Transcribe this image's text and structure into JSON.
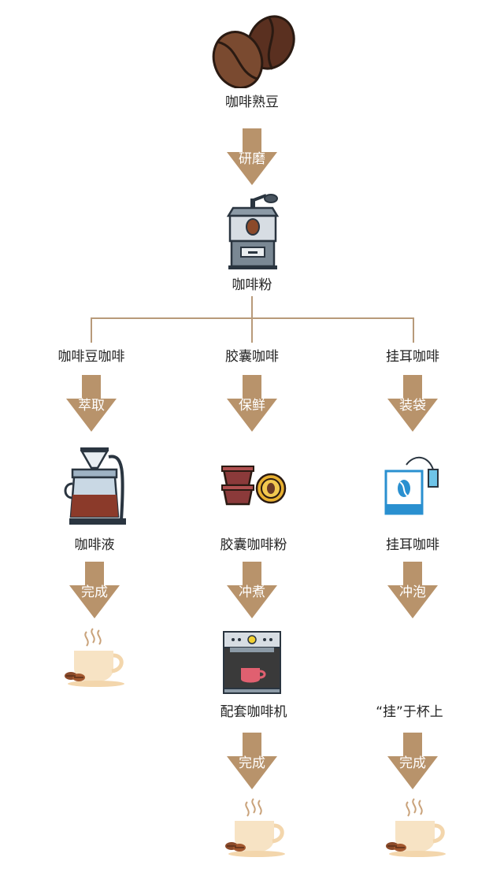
{
  "top": {
    "beans_label": "咖啡熟豆",
    "step_grind": "研磨",
    "powder_label": "咖啡粉"
  },
  "branches": [
    {
      "title": "咖啡豆咖啡",
      "step1": "萃取",
      "result1": "咖啡液",
      "step2": "完成"
    },
    {
      "title": "胶囊咖啡",
      "step1": "保鲜",
      "result1": "胶囊咖啡粉",
      "step2": "冲煮",
      "result2": "配套咖啡机",
      "step3": "完成"
    },
    {
      "title": "挂耳咖啡",
      "step1": "装袋",
      "result1": "挂耳咖啡",
      "step2": "冲泡",
      "result2": "“挂”于杯上",
      "step3": "完成"
    }
  ],
  "colors": {
    "arrow": "#b8936b",
    "connector": "#b89a7a",
    "bean": "#6b3a26",
    "cup": "#f7e3c4"
  },
  "icons": [
    "coffee-beans-icon",
    "coffee-grinder-icon",
    "pour-over-icon",
    "capsule-icon",
    "drip-bag-icon",
    "espresso-machine-icon",
    "coffee-cup-icon"
  ]
}
